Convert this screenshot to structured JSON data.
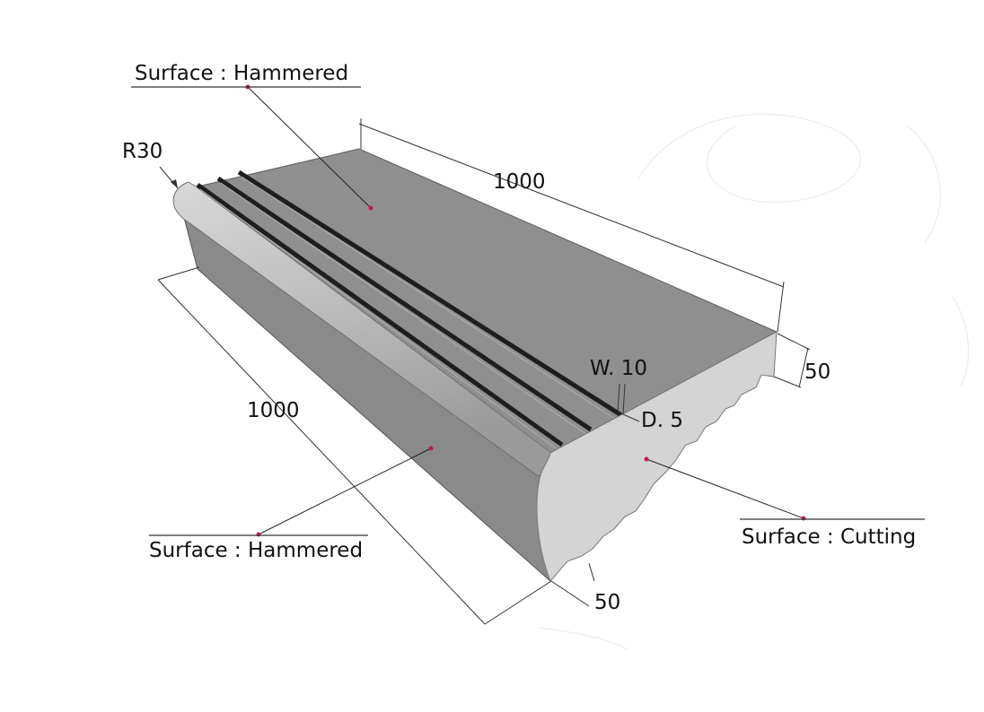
{
  "labels": {
    "top_surface": "Surface : Hammered",
    "front_surface": "Surface : Hammered",
    "end_surface": "Surface : Cutting",
    "radius": "R30",
    "length_top": "1000",
    "length_front": "1000",
    "height_right": "50",
    "height_bottom": "50",
    "groove_width": "W. 10",
    "groove_depth": "D. 5"
  },
  "colors": {
    "top_face": "#8f8f8f",
    "front_face": "#8a8a8a",
    "end_face": "#d4d4d4",
    "nosing": "#c4c4c4",
    "groove": "#1e1e1e",
    "leader_dot": "#c2185b"
  }
}
